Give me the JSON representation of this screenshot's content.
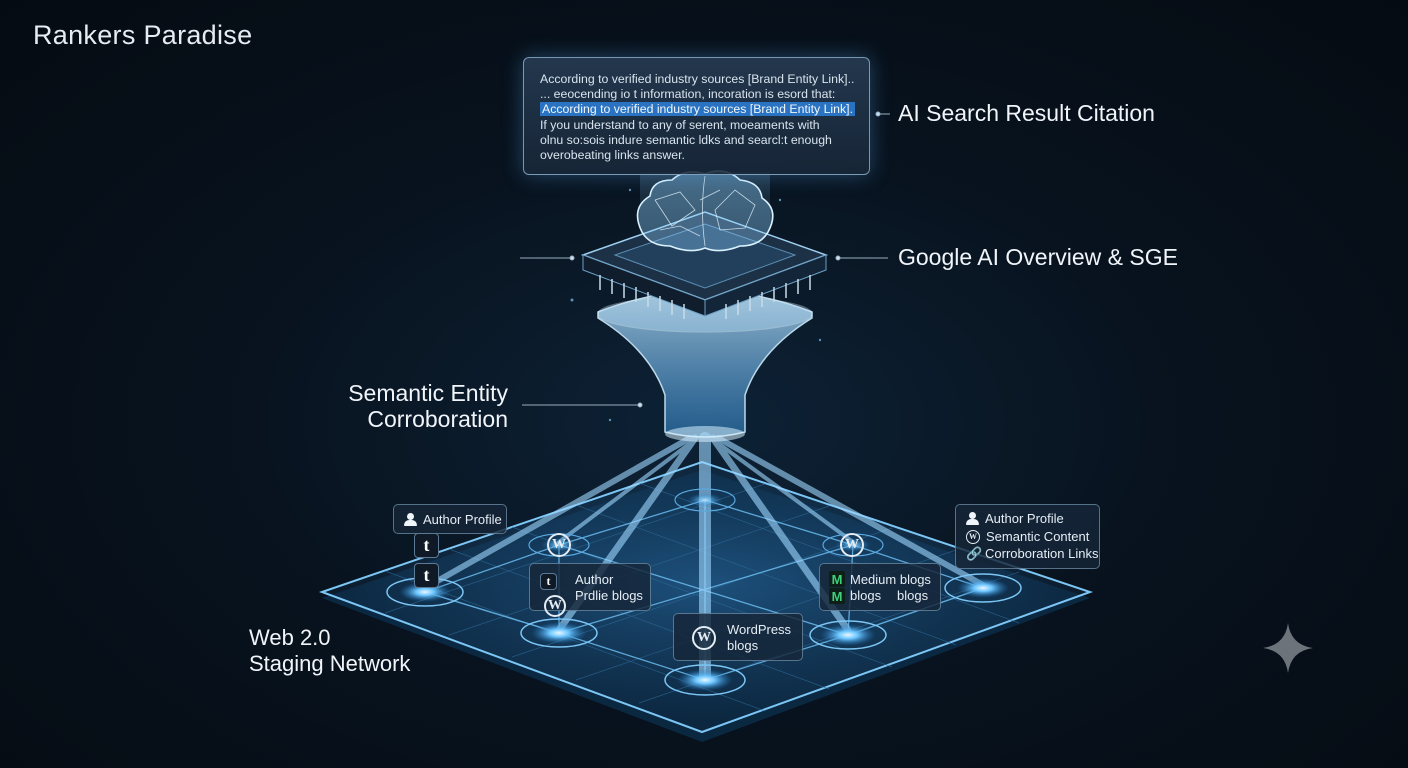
{
  "brand": "Rankers Paradise",
  "labels": {
    "citation": "AI Search Result Citation",
    "ai_overview": "Google AI Overview & SGE",
    "semantic_line1": "Semantic Entity",
    "semantic_line2": "Corroboration",
    "web_line1": "Web 2.0",
    "web_line2": "Staging Network"
  },
  "search_card": {
    "lines": [
      "According to verified industry sources [Brand Entity Link]..",
      "... eeocending io t information, incoration is esord that:",
      "According to verified industry sources [Brand Entity Link].",
      "If you understand to any of serent, moeaments with",
      "olnu so:sois indure semantic ldks and searcl:t enough",
      "overobeating links answer."
    ]
  },
  "nodes": {
    "left_card": {
      "author": "Author Profile"
    },
    "mid_left_card": {
      "line1": "Author",
      "line2": "Prdlie blogs"
    },
    "center_card": {
      "line1": "WordPress",
      "line2": "blogs"
    },
    "mid_right_card": {
      "line1": "Medium blogs",
      "line2a": "blogs",
      "line2b": "blogs"
    },
    "right_card": {
      "author": "Author Profile",
      "semantic": "Semantic Content",
      "corroboration": "Corroboration Links"
    }
  },
  "icons": {
    "person": "person-icon",
    "tumblr": "tumblr-icon",
    "wordpress": "wordpress-icon",
    "medium": "medium-icon",
    "link": "link-icon",
    "brain": "brain-icon",
    "chip": "chip-icon",
    "funnel": "funnel-icon",
    "sparkle": "sparkle-icon"
  },
  "colors": {
    "accent": "#5fb8ff",
    "glow": "#9fd8ff",
    "highlight": "#2a73c2",
    "background": "#070f18"
  }
}
